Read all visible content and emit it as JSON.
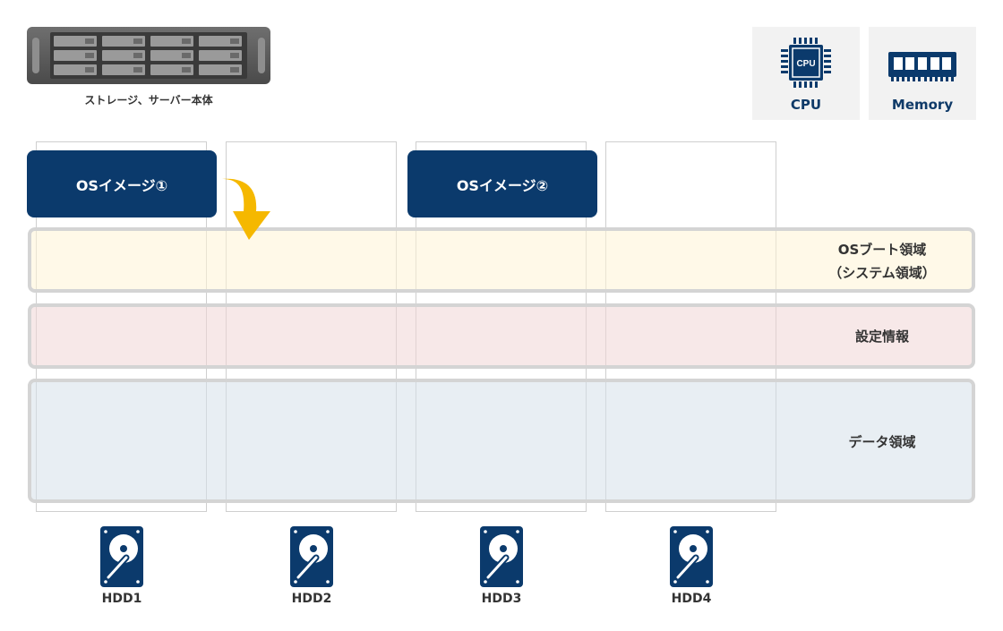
{
  "server": {
    "caption": "ストレージ、サーバー本体"
  },
  "hardware": [
    {
      "id": "cpu",
      "label": "CPU",
      "chip_text": "CPU",
      "icon": "cpu-icon"
    },
    {
      "id": "memory",
      "label": "Memory",
      "icon": "memory-icon"
    }
  ],
  "os_images": [
    {
      "label": "OSイメージ①"
    },
    {
      "label": "OSイメージ②"
    }
  ],
  "regions": [
    {
      "id": "os-boot",
      "label_line1": "OSブート領域",
      "label_line2": "（システム領域）",
      "fill": "#fff9e8"
    },
    {
      "id": "settings",
      "label_line1": "設定情報",
      "fill": "#f6eaea"
    },
    {
      "id": "data",
      "label_line1": "データ領域",
      "fill": "#e8eef3"
    }
  ],
  "hdds": [
    {
      "label": "HDD1"
    },
    {
      "label": "HDD2"
    },
    {
      "label": "HDD3"
    },
    {
      "label": "HDD4"
    }
  ],
  "colors": {
    "navy": "#0b3a6c",
    "arrow": "#f5b800",
    "server": "#5a5a5a"
  }
}
